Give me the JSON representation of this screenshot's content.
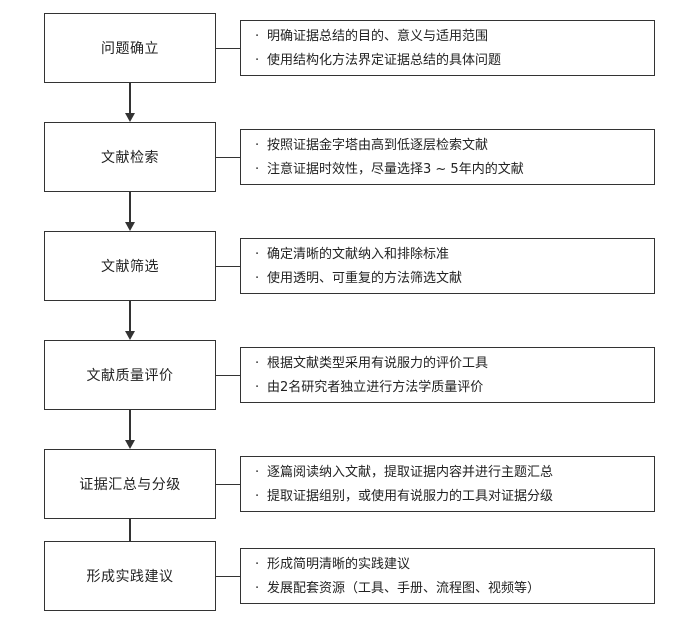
{
  "flowchart": {
    "steps": [
      {
        "stage": "问题确立",
        "bullets": [
          "明确证据总结的目的、意义与适用范围",
          "使用结构化方法界定证据总结的具体问题"
        ]
      },
      {
        "stage": "文献检索",
        "bullets": [
          "按照证据金字塔由高到低逐层检索文献",
          "注意证据时效性，尽量选择3 ~ 5年内的文献"
        ]
      },
      {
        "stage": "文献筛选",
        "bullets": [
          "确定清晰的文献纳入和排除标准",
          "使用透明、可重复的方法筛选文献"
        ]
      },
      {
        "stage": "文献质量评价",
        "bullets": [
          "根据文献类型采用有说服力的评价工具",
          "由2名研究者独立进行方法学质量评价"
        ]
      },
      {
        "stage": "证据汇总与分级",
        "bullets": [
          "逐篇阅读纳入文献，提取证据内容并进行主题汇总",
          "提取证据组别，或使用有说服力的工具对证据分级"
        ]
      },
      {
        "stage": "形成实践建议",
        "bullets": [
          "形成简明清晰的实践建议",
          "发展配套资源（工具、手册、流程图、视频等）"
        ]
      }
    ],
    "bullet_symbol": "·",
    "line_color": "#333333"
  }
}
